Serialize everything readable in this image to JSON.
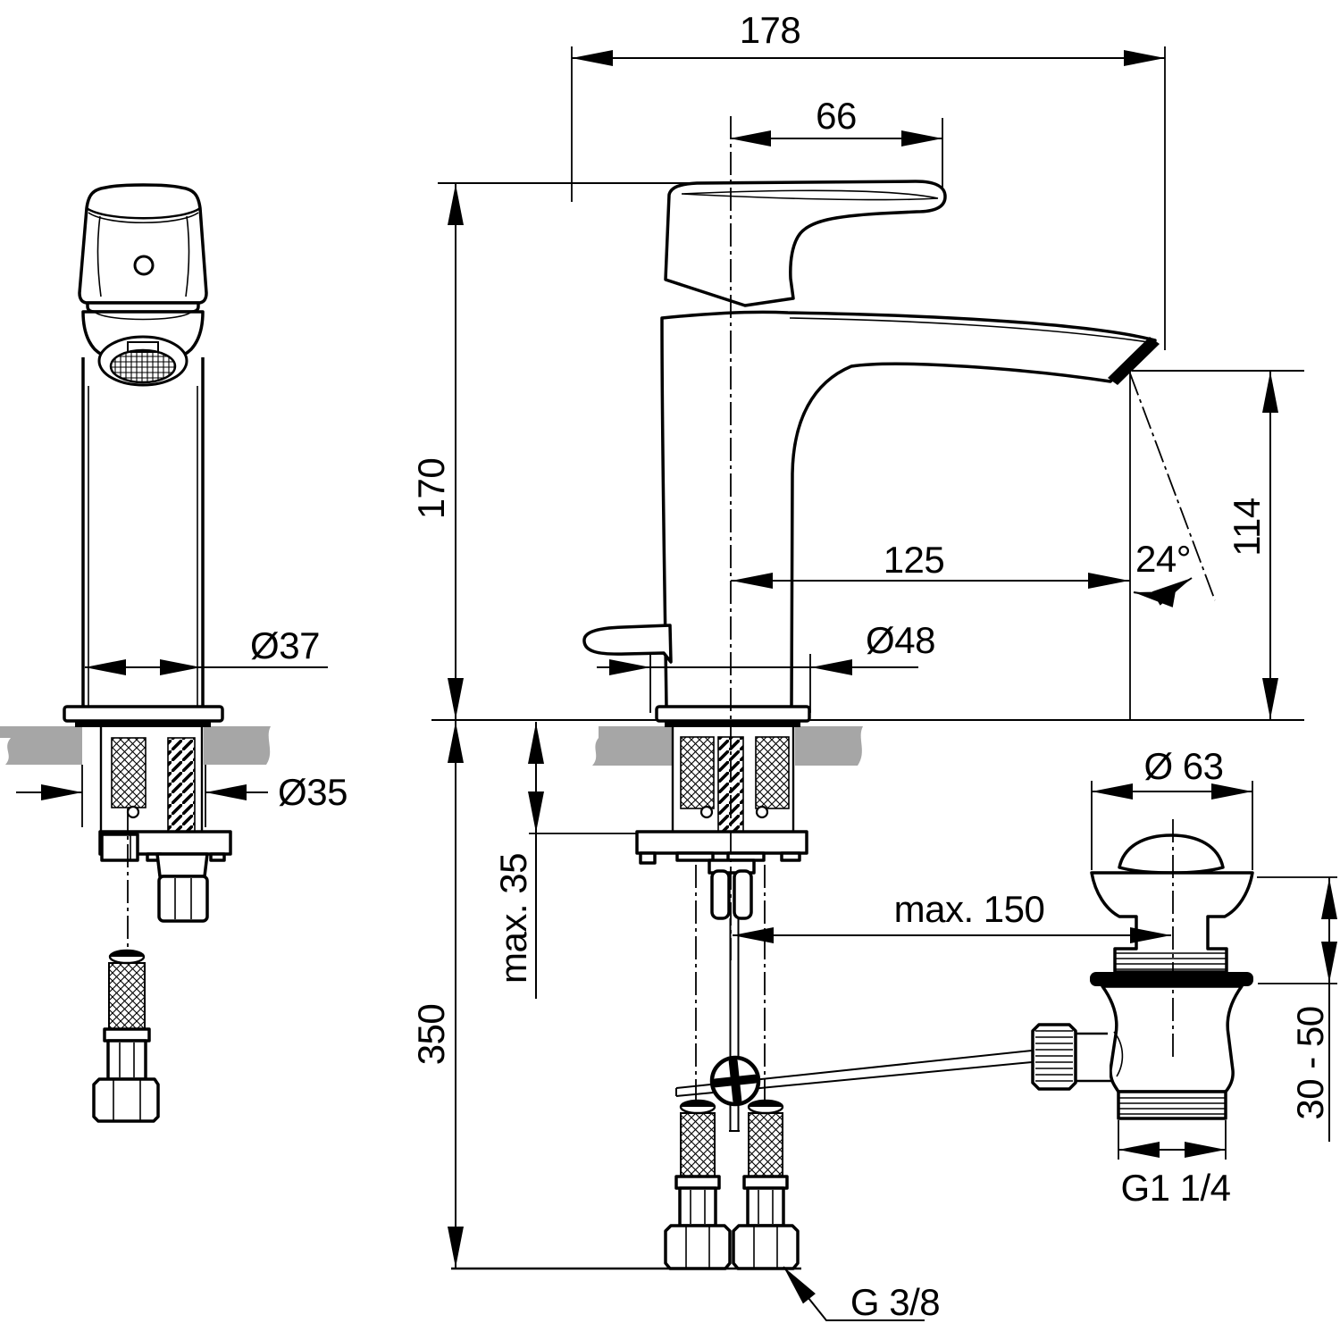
{
  "drawing": {
    "colors": {
      "background": "#ffffff",
      "line": "#000000",
      "countertop": "#a6a6a6"
    },
    "dimensions": {
      "overall_depth": "178",
      "handle_length": "66",
      "body_height": "170",
      "spout_reach": "125",
      "spout_angle": "24°",
      "outlet_height": "114",
      "body_diameter": "Ø37",
      "hole_diameter": "Ø35",
      "base_diameter": "Ø48",
      "max_deck_thickness": "max. 35",
      "below_deck_length": "350",
      "waste_cap_diameter": "Ø 63",
      "max_rod_reach": "max. 150",
      "waste_clamp_range": "30 - 50",
      "waste_thread": "G1 1/4",
      "supply_thread": "G 3/8"
    }
  }
}
